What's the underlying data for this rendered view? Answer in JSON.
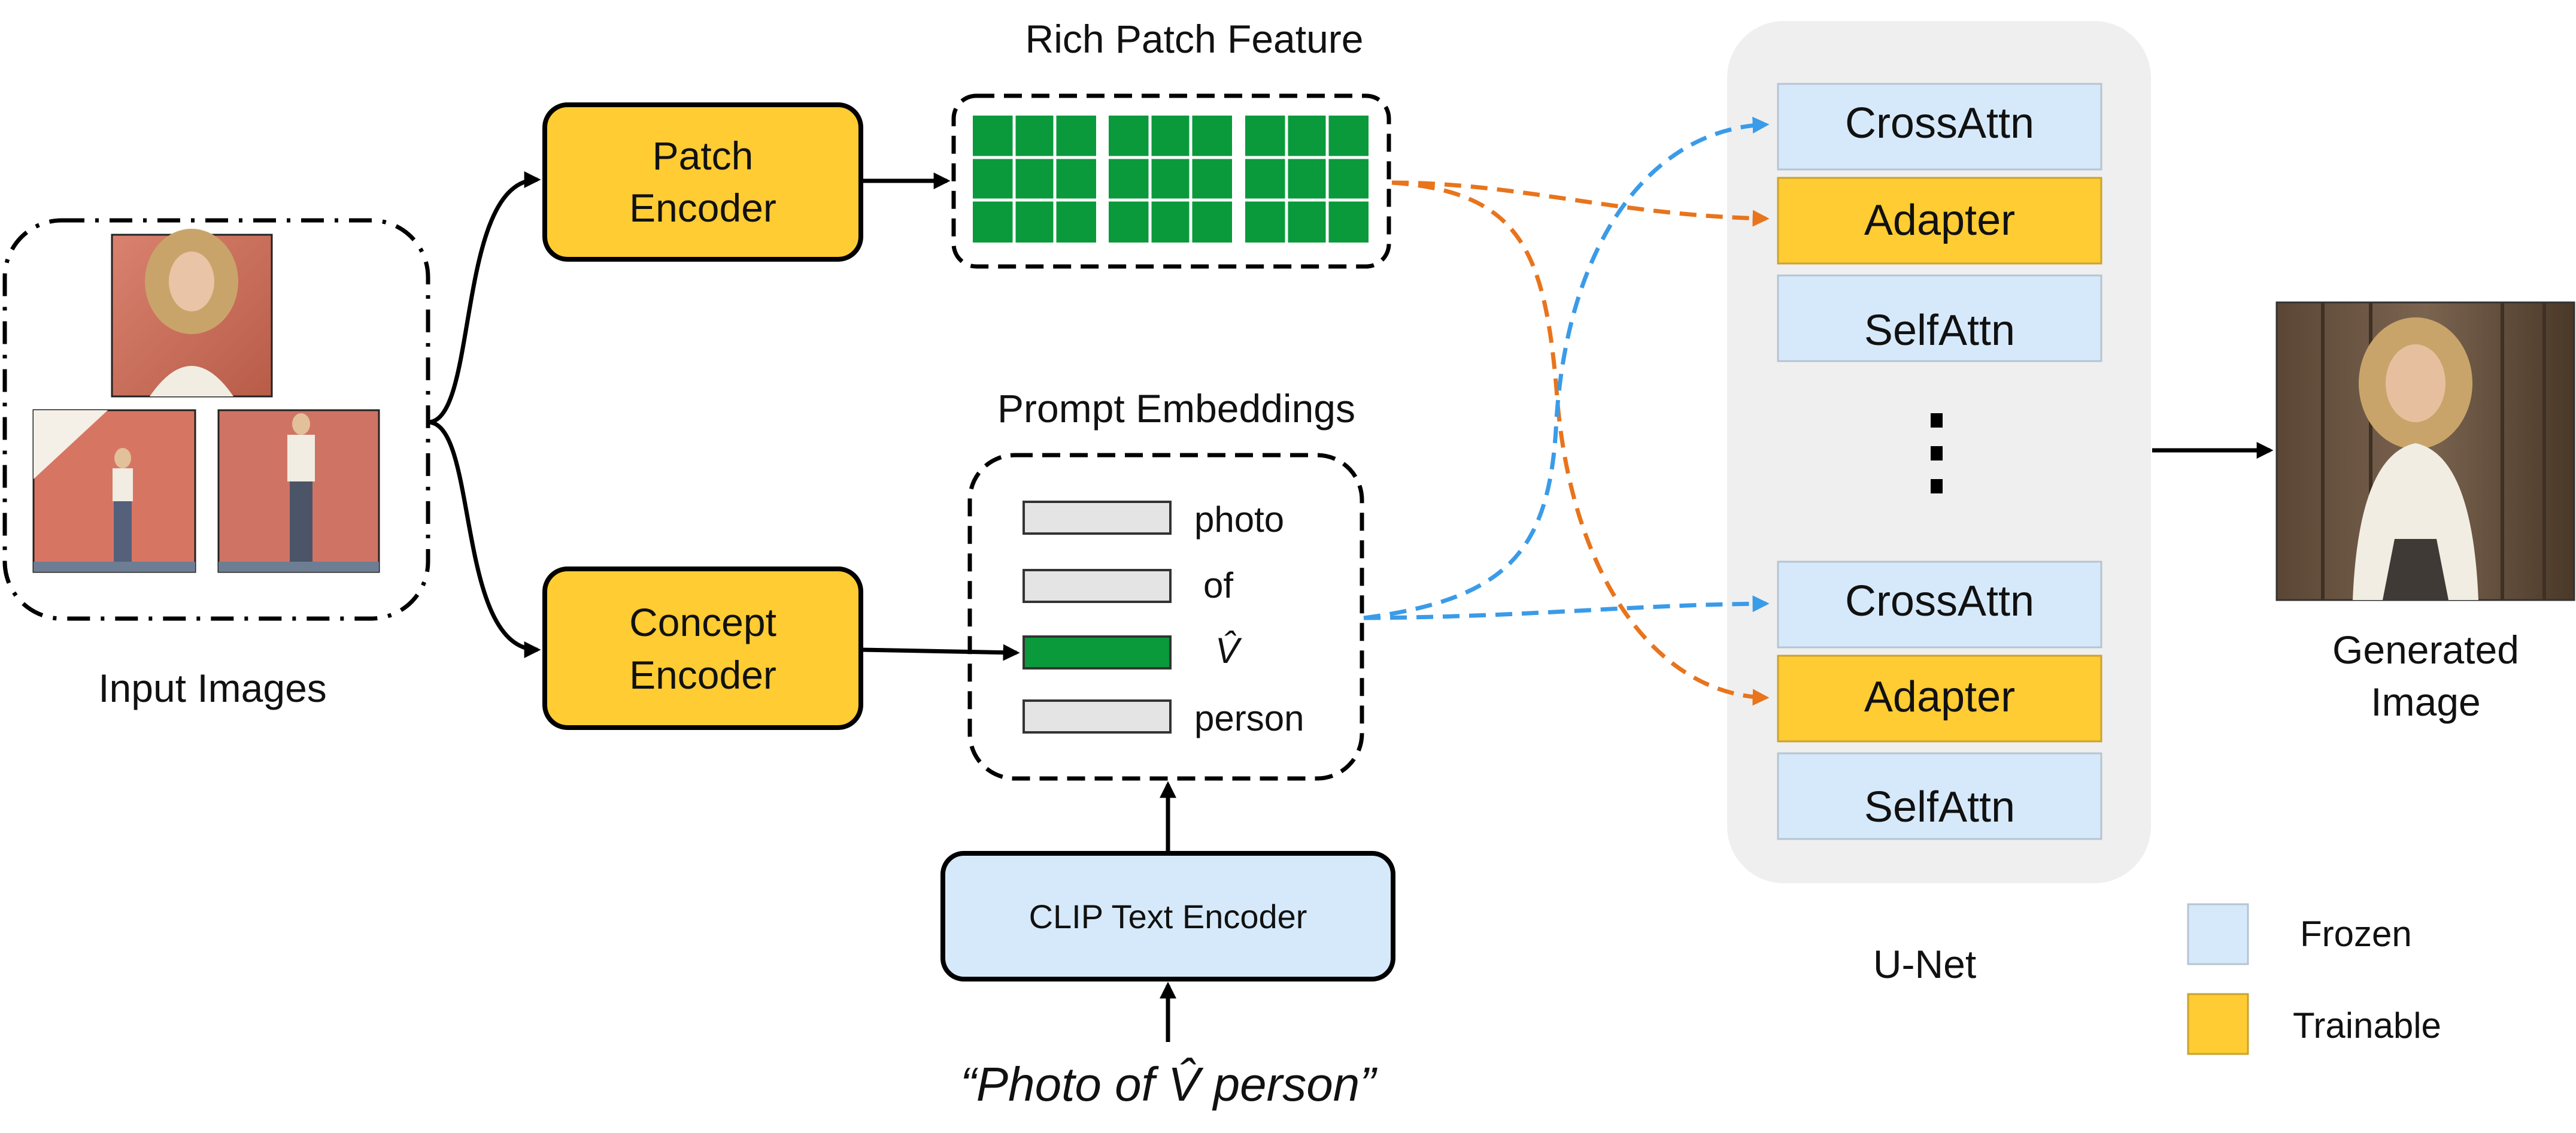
{
  "input": {
    "label": "Input Images"
  },
  "patch_encoder": {
    "line1": "Patch",
    "line2": "Encoder"
  },
  "concept_encoder": {
    "line1": "Concept",
    "line2": "Encoder"
  },
  "rich_patch": {
    "title": "Rich Patch Feature"
  },
  "prompt": {
    "title": "Prompt Embeddings",
    "tokens": [
      "photo",
      "of",
      "V̂",
      "person"
    ]
  },
  "clip": {
    "label": "CLIP Text Encoder"
  },
  "prompt_text": "“Photo of V̂ person”",
  "unet": {
    "label": "U-Net",
    "blocks_top": [
      "CrossAttn",
      "Adapter",
      "SelfAttn"
    ],
    "blocks_bottom": [
      "CrossAttn",
      "Adapter",
      "SelfAttn"
    ]
  },
  "output": {
    "line1": "Generated",
    "line2": "Image"
  },
  "legend": {
    "frozen": "Frozen",
    "trainable": "Trainable"
  },
  "colors": {
    "encoder_fill": "#FFCC33",
    "frozen_fill": "#D6E9FA",
    "trainable_fill": "#FFCC33",
    "patch_green": "#0A9A3C",
    "token_gray": "#E4E4E4",
    "unet_bg": "#EFEFEF",
    "dash_blue": "#3A9BE8",
    "dash_orange": "#E8741C"
  }
}
